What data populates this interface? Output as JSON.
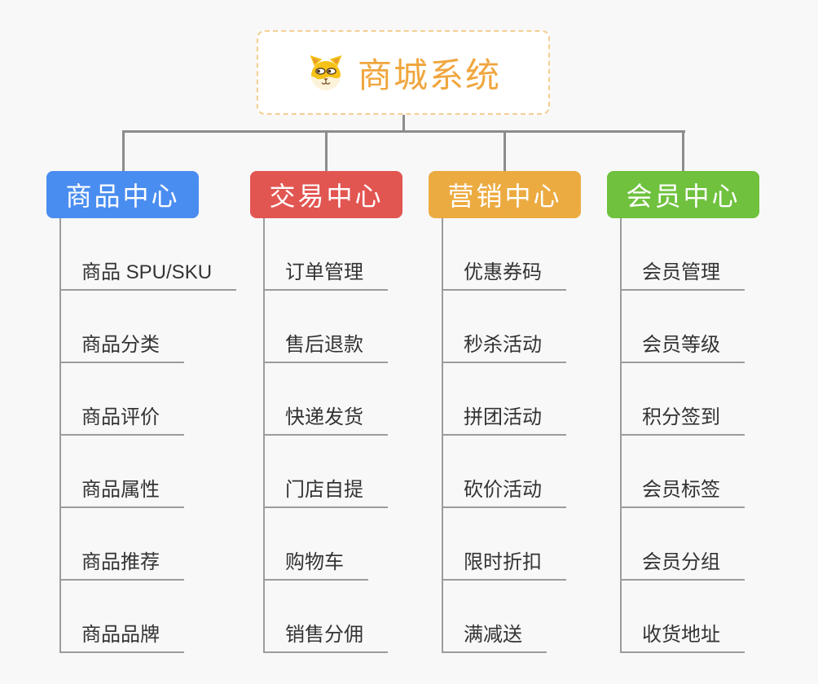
{
  "root": {
    "title": "商城系统",
    "icon": "dog-face-icon",
    "title_color": "#f0a63e",
    "border_color": "#f3cf92"
  },
  "branches": [
    {
      "label": "商品中心",
      "color": "#4a8df0",
      "items": [
        "商品 SPU/SKU",
        "商品分类",
        "商品评价",
        "商品属性",
        "商品推荐",
        "商品品牌"
      ]
    },
    {
      "label": "交易中心",
      "color": "#e25652",
      "items": [
        "订单管理",
        "售后退款",
        "快递发货",
        "门店自提",
        "购物车",
        "销售分佣"
      ]
    },
    {
      "label": "营销中心",
      "color": "#ecab41",
      "items": [
        "优惠券码",
        "秒杀活动",
        "拼团活动",
        "砍价活动",
        "限时折扣",
        "满减送"
      ]
    },
    {
      "label": "会员中心",
      "color": "#6fc13e",
      "items": [
        "会员管理",
        "会员等级",
        "积分签到",
        "会员标签",
        "会员分组",
        "收货地址"
      ]
    }
  ],
  "colors": {
    "background": "#f8f8f8",
    "connector": "#8c8c8c",
    "leaf_line": "#9c9c9c",
    "leaf_text": "#333333"
  }
}
